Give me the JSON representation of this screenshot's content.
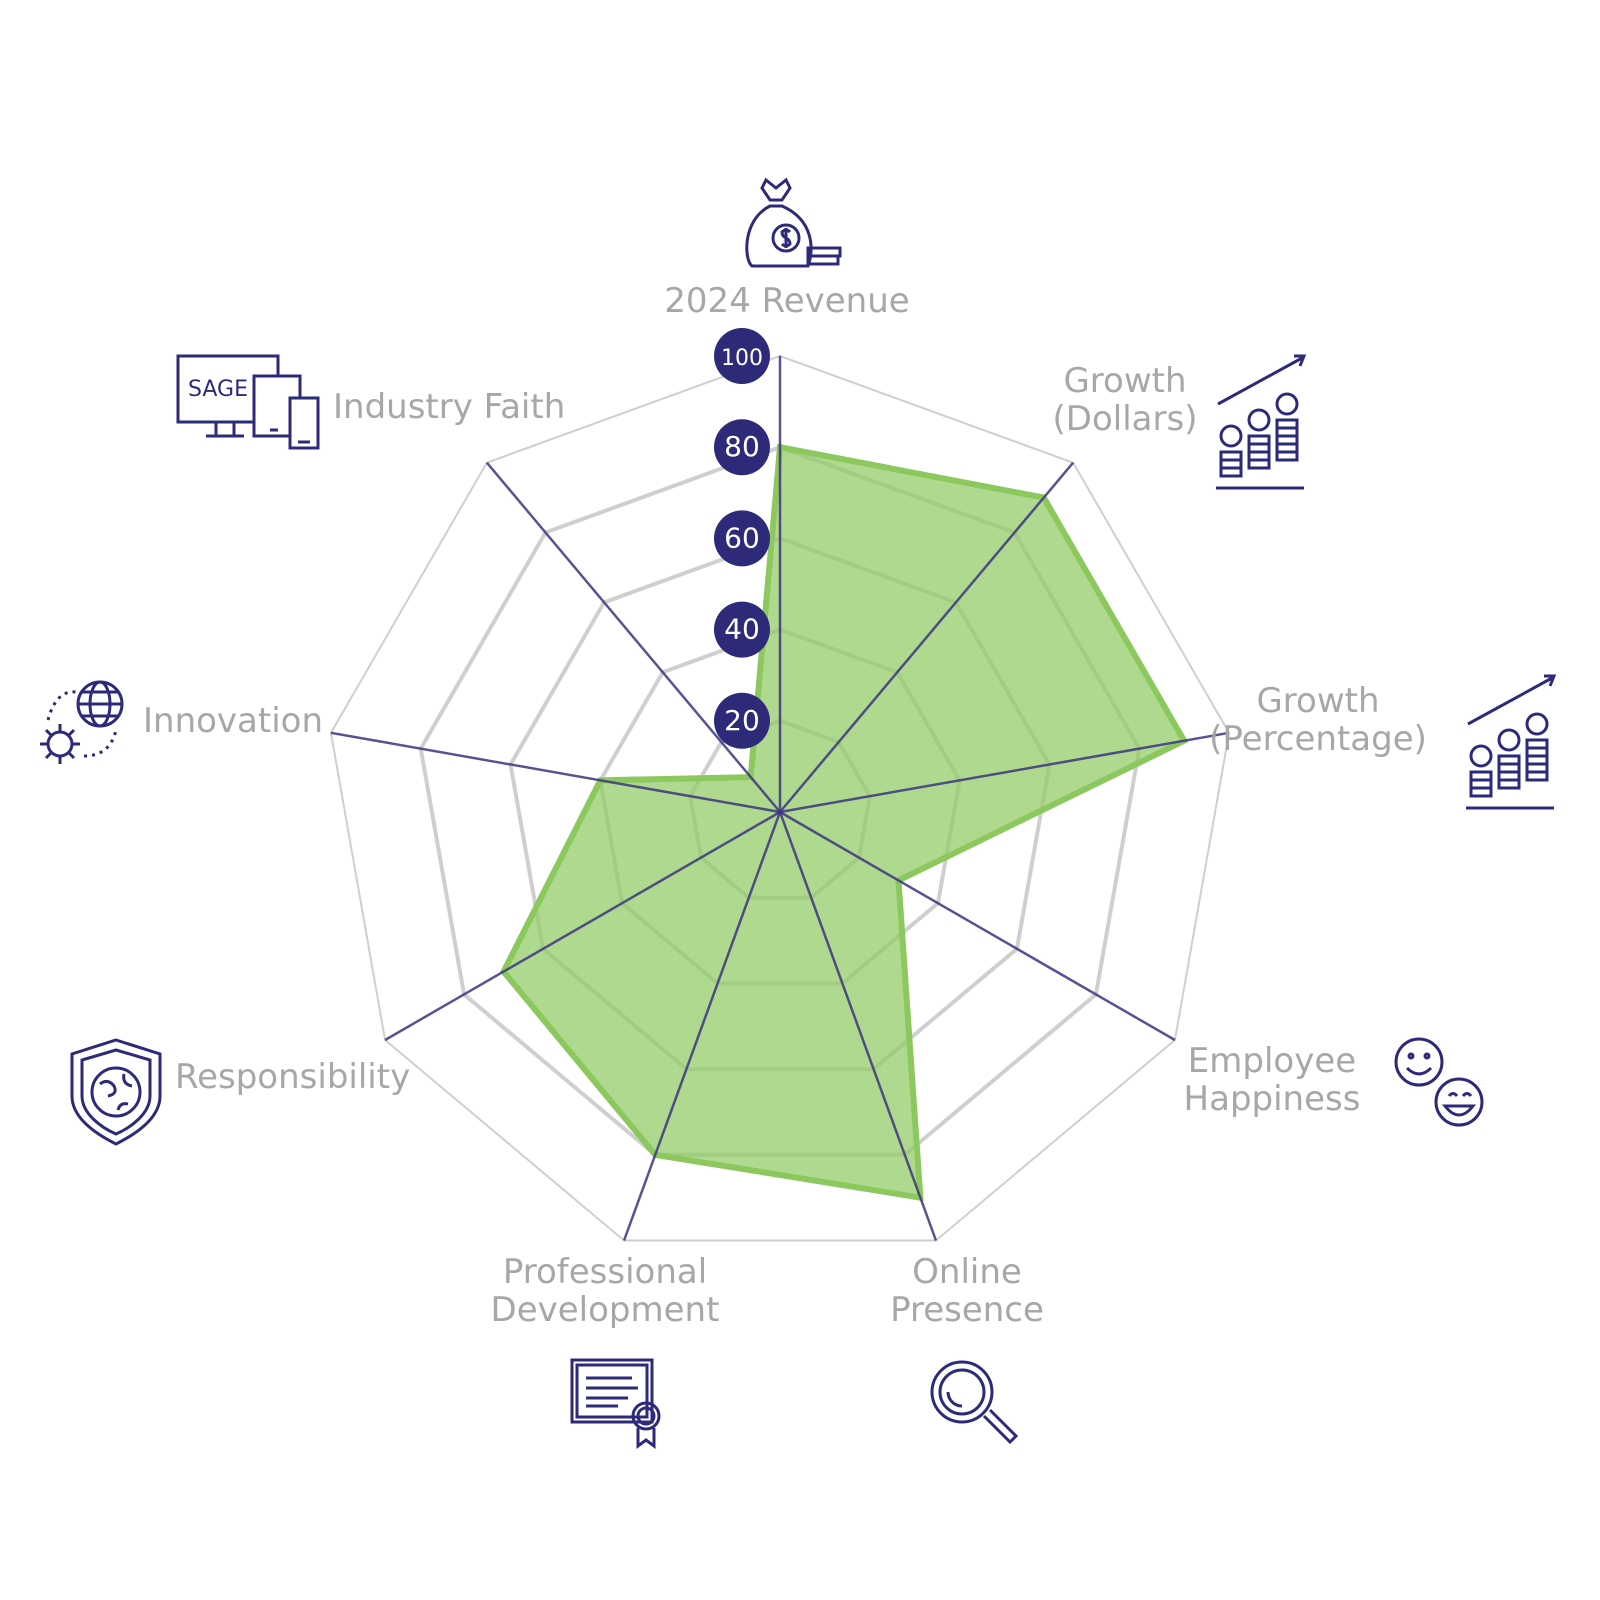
{
  "chart_data": {
    "type": "radar",
    "title": "",
    "axes": [
      "2024 Revenue",
      "Growth (Dollars)",
      "Growth (Percentage)",
      "Employee Happiness",
      "Online Presence",
      "Professional Development",
      "Responsibility",
      "Innovation",
      "Industry Faith"
    ],
    "axis_label_lines": [
      [
        "2024 Revenue"
      ],
      [
        "Growth",
        "(Dollars)"
      ],
      [
        "Growth",
        "(Percentage)"
      ],
      [
        "Employee",
        "Happiness"
      ],
      [
        "Online",
        "Presence"
      ],
      [
        "Professional",
        "Development"
      ],
      [
        "Responsibility"
      ],
      [
        "Innovation"
      ],
      [
        "Industry Faith"
      ]
    ],
    "axis_icons": [
      "money-bag-icon",
      "coins-growth-icon",
      "coins-growth-icon",
      "smiley-faces-icon",
      "magnifier-icon",
      "certificate-icon",
      "shield-globe-icon",
      "globe-gear-icon",
      "devices-icon"
    ],
    "values": [
      80,
      90,
      90,
      30,
      90,
      80,
      70,
      40,
      10
    ],
    "rlim": [
      0,
      100
    ],
    "ticks": [
      "20",
      "40",
      "60",
      "80",
      "100"
    ],
    "tick_values": [
      20,
      40,
      60,
      80,
      100
    ],
    "logo_text": "SAGE",
    "colors": {
      "fill": "#8fca63",
      "stroke": "#8cc85e",
      "axis": "#3d357f",
      "grid": "#cfcfcf",
      "tick_bg": "#2e2a7a"
    }
  }
}
